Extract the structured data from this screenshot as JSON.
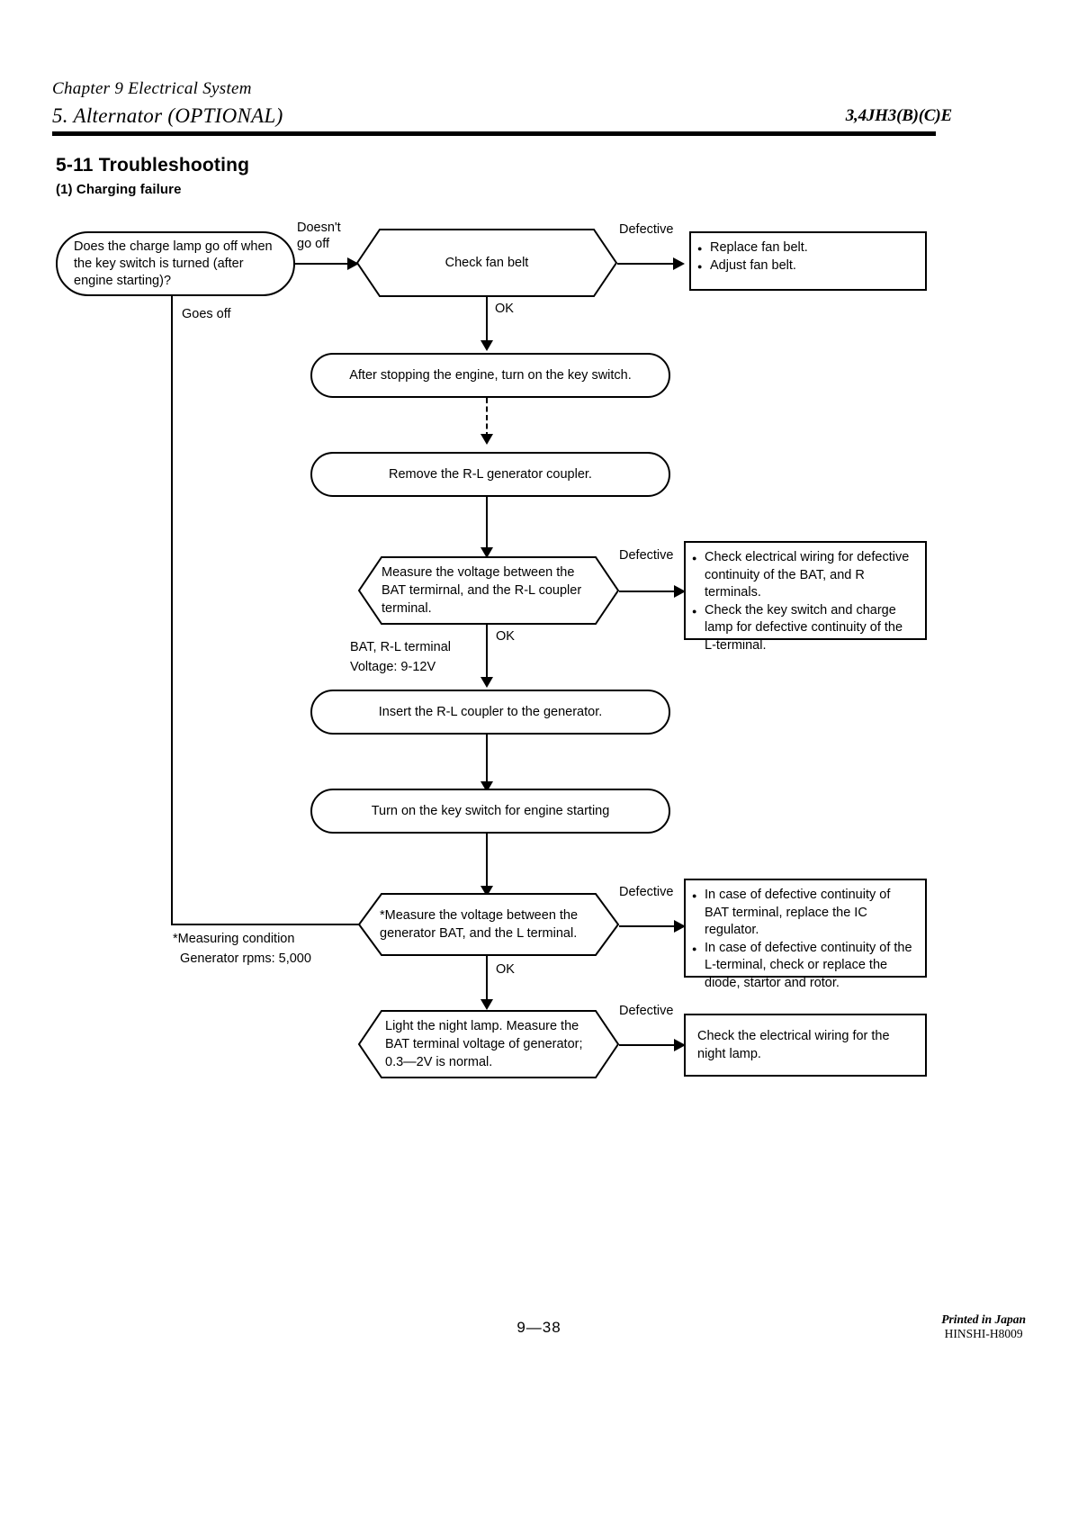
{
  "header": {
    "chapter": "Chapter 9 Electrical System",
    "section": "5. Alternator (OPTIONAL)",
    "model": "3,4JH3(B)(C)E"
  },
  "titles": {
    "section_number_title": "5-11  Troubleshooting",
    "subsection": "(1) Charging failure"
  },
  "flowchart": {
    "start": "Does the charge lamp go off when the key switch is turned (after engine starting)?",
    "nodes": {
      "check_fan_belt": "Check fan belt",
      "stop_engine_key_on": "After stopping the engine, turn on the key switch.",
      "remove_coupler": "Remove the R-L generator coupler.",
      "measure_bat_rl": "Measure the voltage between the BAT termirnal, and the R-L coupler terminal.",
      "insert_coupler": "Insert the R-L coupler to the generator.",
      "key_switch_start": "Turn on the key switch for engine starting",
      "measure_bat_l": "*Measure the voltage between the generator BAT, and the L terminal.",
      "night_lamp_test": "Light the night lamp. Measure the BAT terminal voltage of generator; 0.3—2V is normal."
    },
    "branch_labels": {
      "doesnt_go_off": "Doesn't\ngo off",
      "goes_off": "Goes off",
      "ok_1": "OK",
      "ok_2": "OK",
      "ok_3": "OK",
      "defective_1": "Defective",
      "defective_2": "Defective",
      "defective_3": "Defective",
      "defective_4": "Defective"
    },
    "annotations": {
      "voltage_spec": "BAT, R-L terminal\nVoltage: 9-12V",
      "measuring_condition": "*Measuring condition\n  Generator rpms: 5,000"
    },
    "actions": {
      "fan_belt": [
        "Replace fan belt.",
        "Adjust fan belt."
      ],
      "wiring_check": [
        "Check electrical wiring for defective continuity of the BAT, and R terminals.",
        "Check the key switch and charge lamp for defective continuity of the L-terminal."
      ],
      "ic_regulator": [
        "In case of defective continuity of BAT terminal, replace the IC regulator.",
        "In case of defective continuity of the  L-terminal, check or replace the diode, startor and rotor."
      ],
      "night_lamp_wiring": "Check the electrical wiring for the night lamp."
    }
  },
  "footer": {
    "page_number": "9—38",
    "printed_in": "Printed in Japan",
    "code": "HINSHI-H8009"
  }
}
